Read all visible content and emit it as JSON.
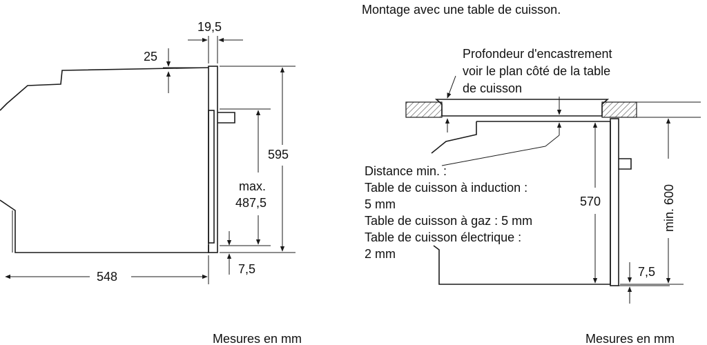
{
  "left": {
    "dims": {
      "gap": "19,5",
      "top_offset": "25",
      "height": "595",
      "max_label": "max.",
      "max_value": "487,5",
      "bottom_offset": "7,5",
      "depth": "548"
    },
    "units": "Mesures en mm"
  },
  "right": {
    "title": "Montage avec une table de cuisson.",
    "depth_note": [
      "Profondeur d'encastrement",
      "voir le plan côté de la table",
      "de cuisson"
    ],
    "distance_lines": [
      "Distance min. :",
      "Table de cuisson à induction :",
      "5 mm",
      "Table de cuisson à gaz : 5 mm",
      "Table de cuisson électrique :",
      "2 mm"
    ],
    "dims": {
      "height": "570",
      "min_height": "min. 600",
      "bottom_offset": "7,5"
    },
    "units": "Mesures en mm"
  }
}
